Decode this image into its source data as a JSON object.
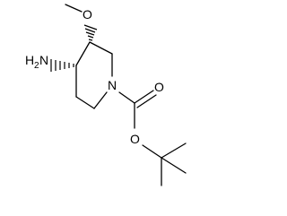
{
  "molecule": {
    "atoms": {
      "amine_N": "N",
      "amine_H": "H",
      "amine_H_count": "2",
      "methoxy_O": "O",
      "ring_N": "N",
      "carbonyl_O": "O",
      "ester_O": "O"
    }
  }
}
